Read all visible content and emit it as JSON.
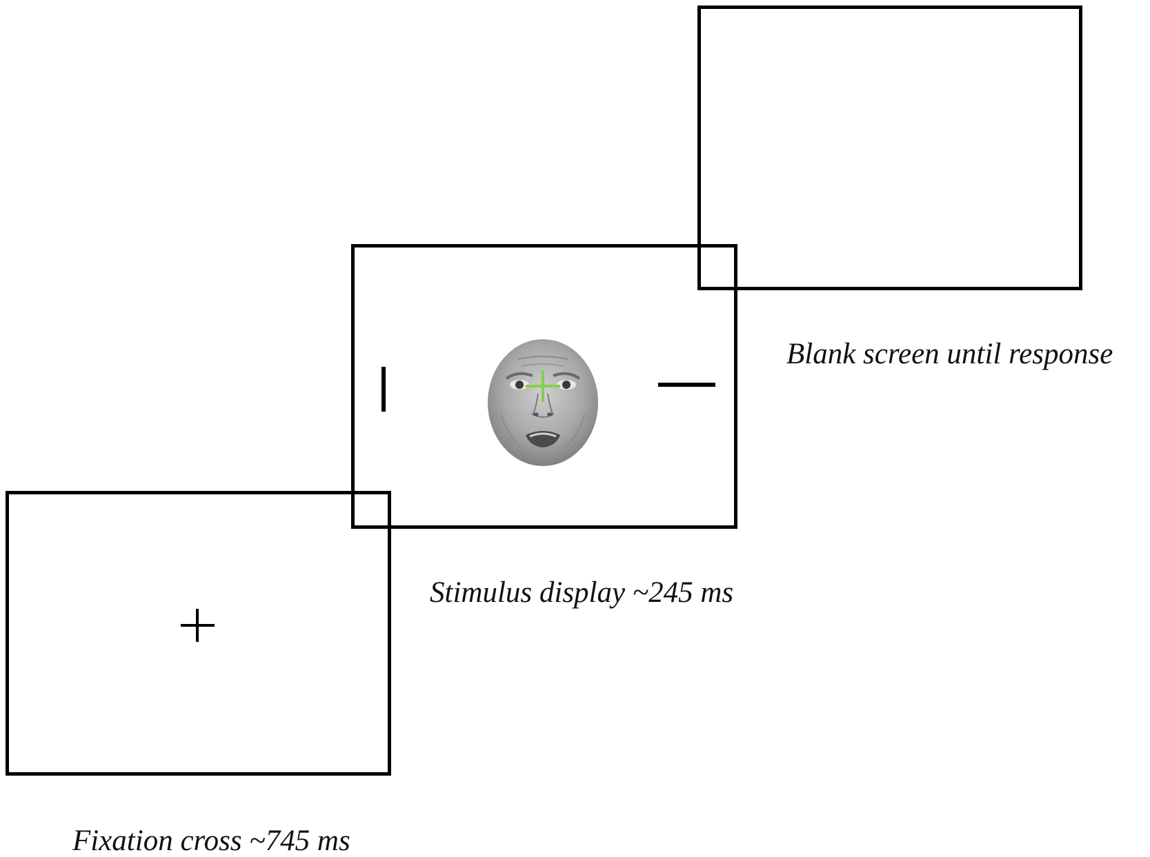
{
  "screens": [
    {
      "id": "fixation",
      "caption": "Fixation cross ~745 ms"
    },
    {
      "id": "stimulus",
      "caption": "Stimulus display ~245 ms"
    },
    {
      "id": "blank",
      "caption": "Blank screen until response"
    }
  ],
  "stimulus": {
    "face_icon": "fearful-child-face-icon",
    "cross_color": "#7fd14a",
    "left_probe_icon": "vertical-line-probe-icon",
    "right_probe_icon": "horizontal-line-probe-icon"
  },
  "fixation": {
    "icon": "fixation-cross-icon",
    "color": "#000000"
  }
}
